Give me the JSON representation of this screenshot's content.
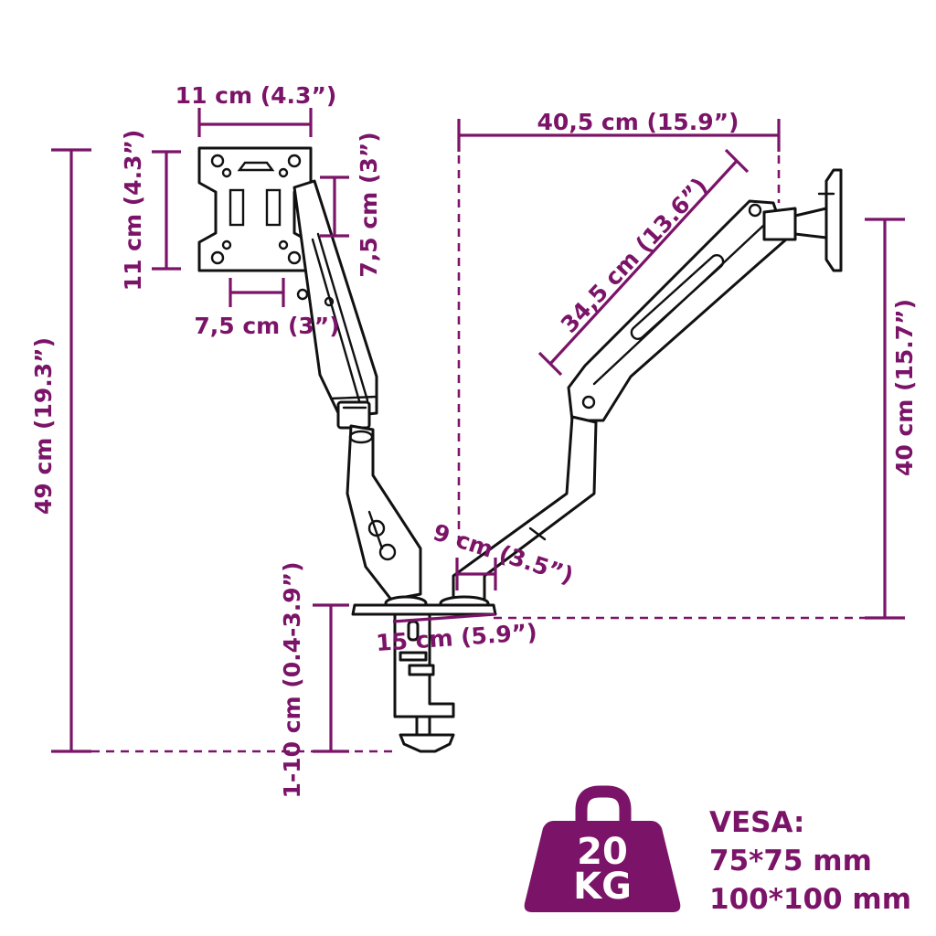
{
  "colors": {
    "accent": "#7b1468",
    "line": "#111111",
    "background": "#ffffff"
  },
  "dimensions": {
    "plate_width": "11 cm (4.3”)",
    "plate_height": "11 cm (4.3”)",
    "hole_spacing_vertical": "7,5 cm (3”)",
    "hole_spacing_horizontal": "7,5 cm (3”)",
    "total_height": "49 cm (19.3”)",
    "reach": "40,5 cm (15.9”)",
    "arm_length": "34,5 cm (13.6”)",
    "arm_height": "40 cm (15.7”)",
    "pole_offset": "9 cm (3.5”)",
    "base_width": "15 cm (5.9”)",
    "clamp_range": "1-10 cm (0.4-3.9”)"
  },
  "load": {
    "value": "20",
    "unit": "KG",
    "icon": "weight-icon"
  },
  "vesa": {
    "label": "VESA:",
    "sizes": [
      "75*75 mm",
      "100*100 mm"
    ]
  }
}
